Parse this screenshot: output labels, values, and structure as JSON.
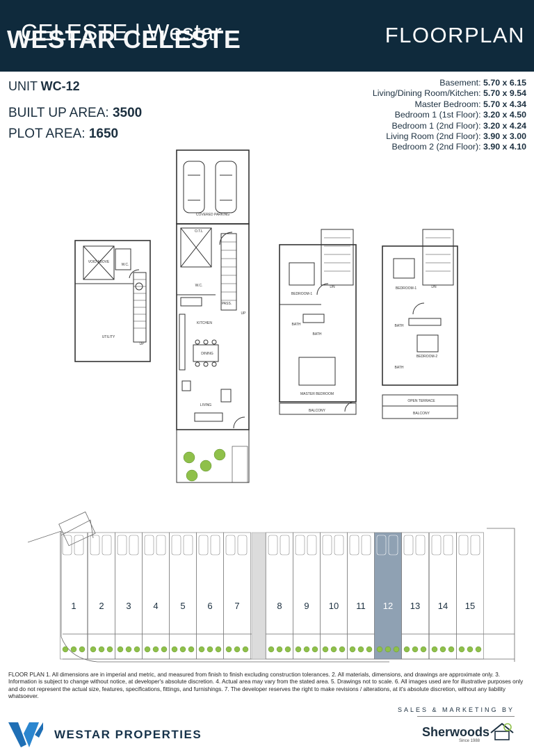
{
  "header": {
    "brand_back": "CELESTE | Westar",
    "brand_front": "WESTAR CELESTE",
    "title": "FLOORPLAN"
  },
  "unit": {
    "label": "UNIT ",
    "code": "WC-12"
  },
  "areas": [
    {
      "label": "BUILT UP AREA: ",
      "value": "3500"
    },
    {
      "label": "PLOT AREA: ",
      "value": "1650"
    }
  ],
  "dimensions": [
    {
      "room": "Basement: ",
      "value": "5.70 x 6.15"
    },
    {
      "room": "Living/Dining Room/Kitchen: ",
      "value": "5.70 x 9.54"
    },
    {
      "room": "Master Bedroom: ",
      "value": "5.70 x 4.34"
    },
    {
      "room": "Bedroom 1 (1st Floor): ",
      "value": "3.20 x 4.50"
    },
    {
      "room": "Bedroom 1 (2nd Floor): ",
      "value": "3.20 x 4.24"
    },
    {
      "room": "Living Room (2nd Floor): ",
      "value": "3.90 x 3.00"
    },
    {
      "room": "Bedroom 2 (2nd Floor): ",
      "value": "3.90 x 4.10"
    }
  ],
  "plan_labels": {
    "covered_parking": "COVERED PARKING",
    "otl": "O.T.L",
    "wc": "W.C.",
    "pass": "PASS.",
    "kitchen": "KITCHEN",
    "dining": "DINING",
    "living": "LIVING",
    "up": "UP",
    "void_above": "VOID ABOVE",
    "utility": "UTILITY",
    "bedroom1": "BEDROOM-1",
    "bath": "BATH",
    "master_bedroom": "MASTER BEDROOM",
    "balcony": "BALCONY",
    "bedroom2": "BEDROOM-2",
    "open_terrace": "OPEN TERRACE",
    "dn": "DN"
  },
  "site_units": [
    "1",
    "2",
    "3",
    "4",
    "5",
    "6",
    "7",
    "8",
    "9",
    "10",
    "11",
    "12",
    "13",
    "14",
    "15"
  ],
  "highlighted_unit": "12",
  "colors": {
    "header_bg": "#0f2a3c",
    "highlight": "#8fa1b3",
    "brand_blue": "#1f6fb5",
    "tree_green": "#8fc04a"
  },
  "disclaimer": "FLOOR PLAN 1. All dimensions are in imperial and metric, and measured from finish to finish excluding construction tolerances. 2. All materials, dimensions, and drawings are approximate only. 3. Information is subject to change without notice, at developer's absolute discretion. 4. Actual area may vary from the stated area. 5. Drawings not to scale. 6. All images used are for illustrative purposes only and do not represent the actual size, features, specifications, fittings, and furnishings. 7. The developer reserves the right to make revisions / alterations, at it's absolute discretion, without any liability whatsoever.",
  "footer": {
    "logo_text": "WESTAR PROPERTIES",
    "sales_label": "SALES & MARKETING BY",
    "agency": "Sherwoods",
    "since": "Since 1988"
  }
}
